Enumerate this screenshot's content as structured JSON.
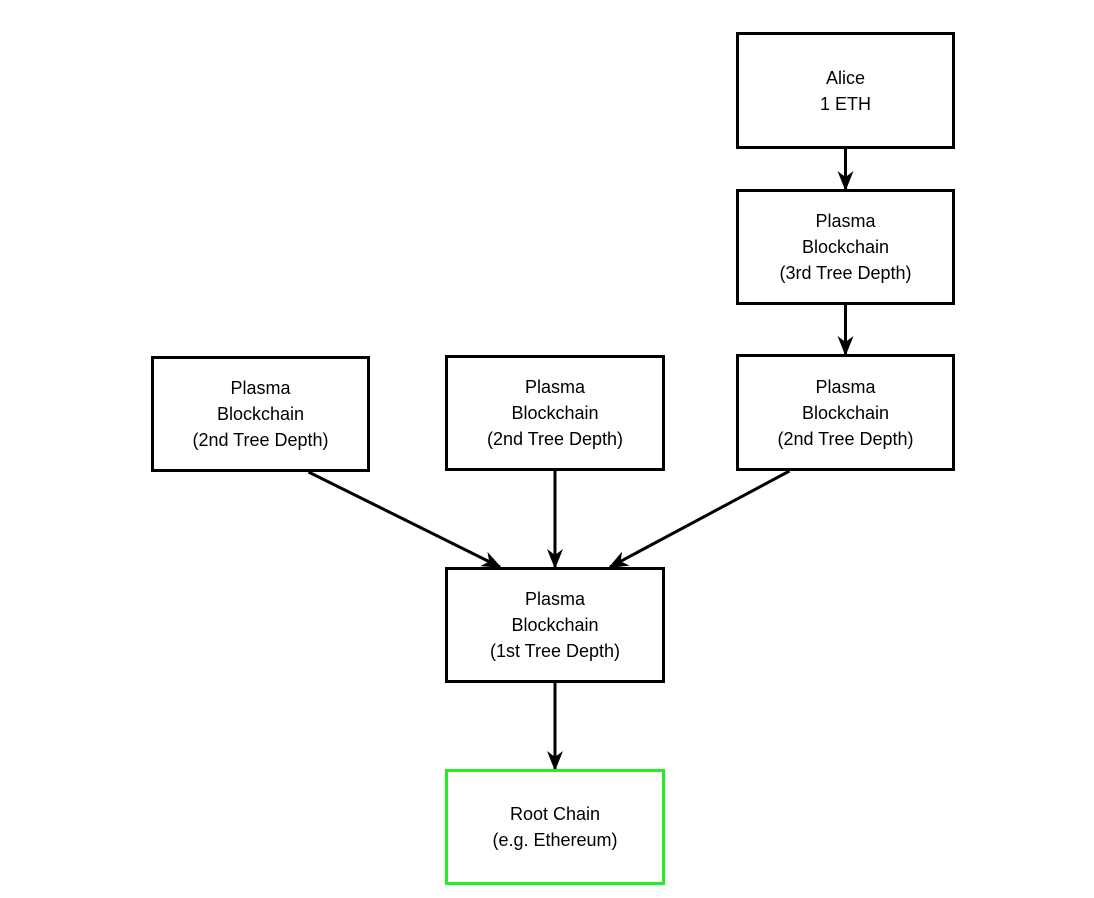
{
  "diagram": {
    "nodes": [
      {
        "id": "alice",
        "lines": [
          "Alice",
          "1 ETH"
        ]
      },
      {
        "id": "plasma-3rd",
        "lines": [
          "Plasma",
          "Blockchain",
          "(3rd Tree Depth)"
        ]
      },
      {
        "id": "plasma-2nd-left",
        "lines": [
          "Plasma",
          "Blockchain",
          "(2nd Tree Depth)"
        ]
      },
      {
        "id": "plasma-2nd-middle",
        "lines": [
          "Plasma",
          "Blockchain",
          "(2nd Tree Depth)"
        ]
      },
      {
        "id": "plasma-2nd-right",
        "lines": [
          "Plasma",
          "Blockchain",
          "(2nd Tree Depth)"
        ]
      },
      {
        "id": "plasma-1st",
        "lines": [
          "Plasma",
          "Blockchain",
          "(1st Tree Depth)"
        ]
      },
      {
        "id": "root-chain",
        "lines": [
          "Root Chain",
          "(e.g. Ethereum)"
        ],
        "border_color": "#22ee22"
      }
    ],
    "edges": [
      {
        "from": "alice",
        "to": "plasma-3rd"
      },
      {
        "from": "plasma-3rd",
        "to": "plasma-2nd-right"
      },
      {
        "from": "plasma-2nd-left",
        "to": "plasma-1st"
      },
      {
        "from": "plasma-2nd-middle",
        "to": "plasma-1st"
      },
      {
        "from": "plasma-2nd-right",
        "to": "plasma-1st"
      },
      {
        "from": "plasma-1st",
        "to": "root-chain"
      }
    ],
    "colors": {
      "default_border": "#000000",
      "edge": "#000000",
      "background": "#ffffff"
    }
  }
}
